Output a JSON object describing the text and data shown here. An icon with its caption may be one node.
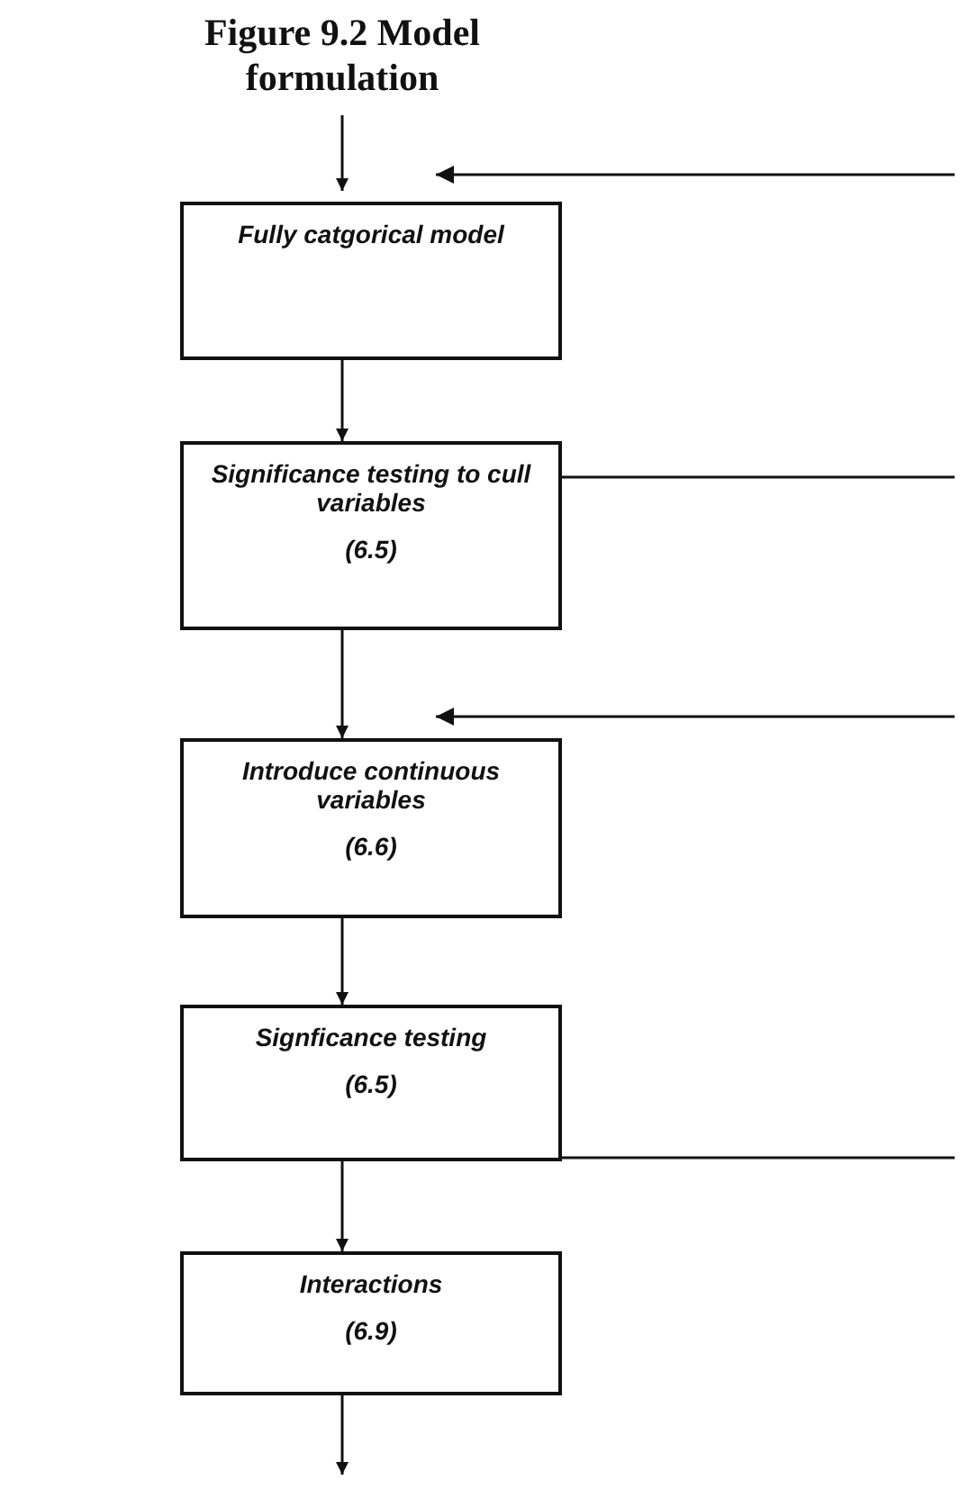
{
  "diagram": {
    "title": "Figure 9.2 Model formulation",
    "nodes": [
      {
        "text": [
          "Fully catgorical model"
        ]
      },
      {
        "text": [
          "Significance testing to cull variables",
          "(6.5)"
        ]
      },
      {
        "text": [
          "Introduce continuous variables",
          "(6.6)"
        ]
      },
      {
        "text": [
          "Signficance testing",
          "(6.5)"
        ]
      },
      {
        "text": [
          "Interactions",
          "(6.9)"
        ]
      }
    ],
    "edges": [
      {
        "from": null,
        "to": 0,
        "arrow": "to"
      },
      {
        "from": null,
        "to": 0,
        "arrow": "to"
      },
      {
        "from": 0,
        "to": 1,
        "arrow": "to"
      },
      {
        "from": 1,
        "to": null,
        "arrow": "none"
      },
      {
        "from": 1,
        "to": 2,
        "arrow": "to"
      },
      {
        "from": null,
        "to": 2,
        "arrow": "to"
      },
      {
        "from": 2,
        "to": 3,
        "arrow": "to"
      },
      {
        "from": 3,
        "to": null,
        "arrow": "none"
      },
      {
        "from": 3,
        "to": 4,
        "arrow": "to"
      },
      {
        "from": 4,
        "to": null,
        "arrow": "to"
      }
    ]
  }
}
